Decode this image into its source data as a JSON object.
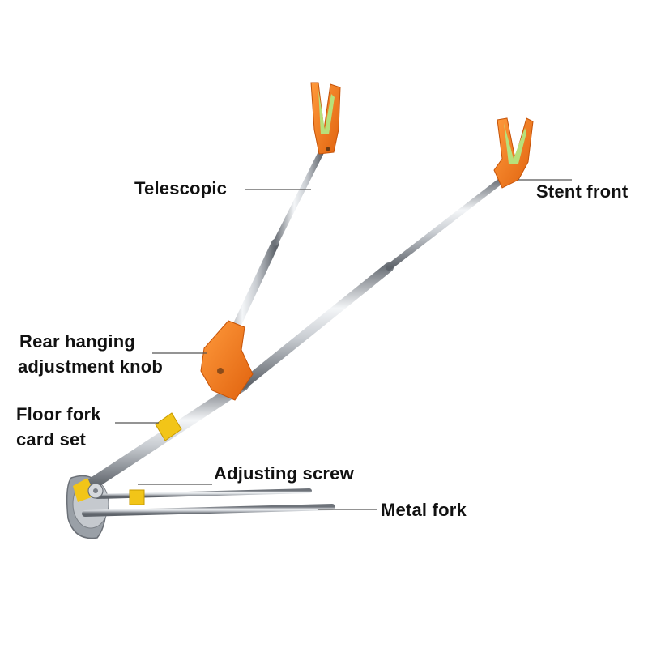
{
  "labels": {
    "telescopic": "Telescopic",
    "stent_front": "Stent front",
    "rear_hanging_line1": "Rear hanging",
    "rear_hanging_line2": "adjustment knob",
    "floor_fork_line1": "Floor fork",
    "floor_fork_line2": "card set",
    "adjusting_screw": "Adjusting screw",
    "metal_fork": "Metal fork"
  },
  "colors": {
    "background": "#ffffff",
    "accent_orange": "#f47a1f",
    "accent_green": "#b8e07a",
    "metal": "#c8ccd2",
    "yellow_band": "#f2c518"
  }
}
